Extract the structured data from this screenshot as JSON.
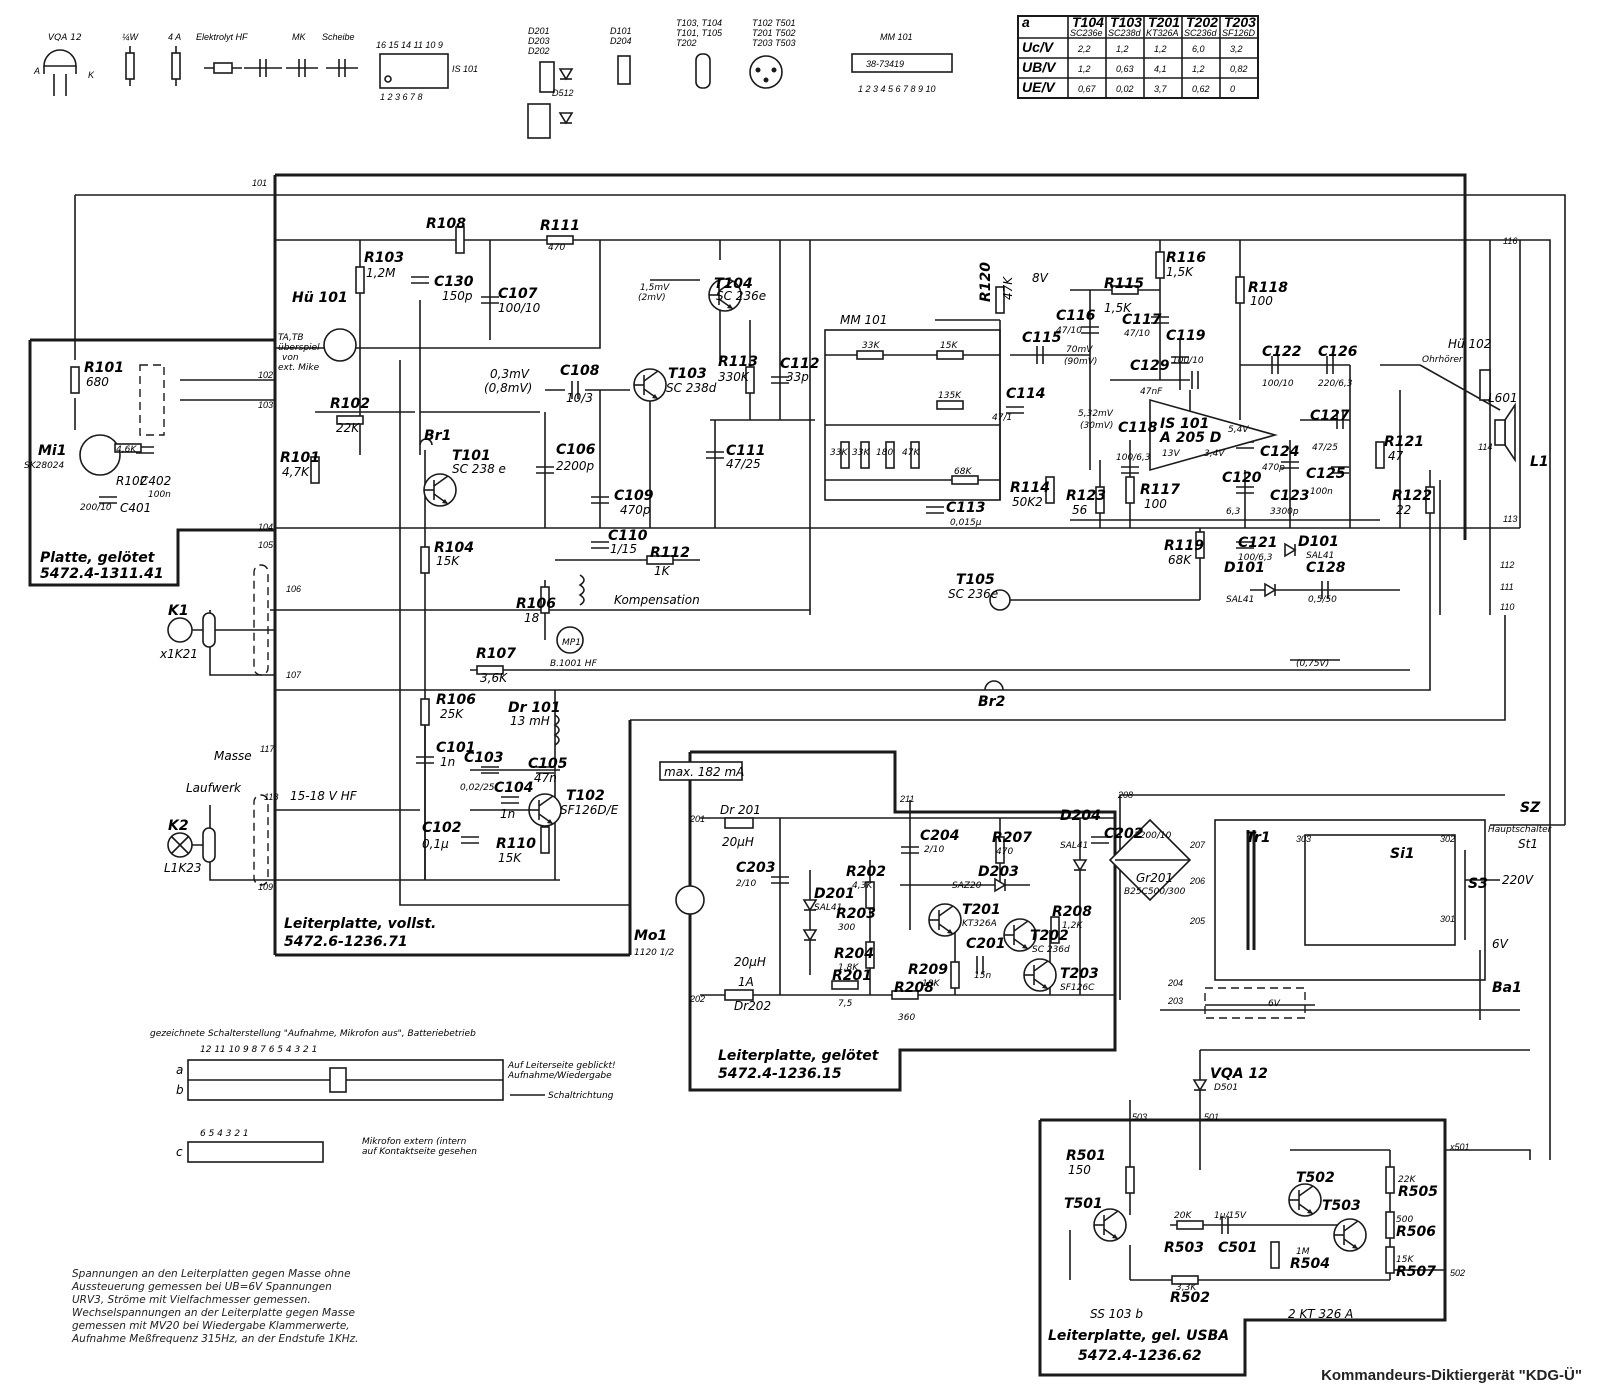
{
  "title": "Kommandeurs-Diktiergerät  \"KDG-Ü\"",
  "legend": {
    "vqa": "VQA 12",
    "a": "A",
    "k": "K",
    "w": "¼W",
    "a4": "4 A",
    "elko": "Elektrolyt HF",
    "mk": "MK",
    "scheibe": "Scheibe",
    "ic_pins_top": "16 15 14    11 10 9",
    "ic_pins_bot": "1 2 3      6 7 8",
    "ic_name": "IS 101",
    "d_group1": "D201\nD203\nD202",
    "d_group2": "D101\nD204",
    "t_group1": "T103, T104\nT101, T105\nT202",
    "t_group2": "T102  T501\nT201  T502\nT203  T503",
    "mm_name": "MM 101",
    "mm_code": "38-73419",
    "mm_pins": "1 2 3 4 5 6 7 8 9 10",
    "d512": "D512"
  },
  "voltage_table": {
    "header": [
      "a",
      "T104",
      "T103",
      "T201",
      "T202",
      "T203"
    ],
    "subheader": [
      "",
      "SC236e",
      "SC238d",
      "KT326A",
      "SC236d",
      "SF126D"
    ],
    "rows": [
      [
        "Uc/V",
        "2,2",
        "1,2",
        "1,2",
        "6,0",
        "3,2"
      ],
      [
        "UB/V",
        "1,2",
        "0,63",
        "4,1",
        "1,2",
        "0,82"
      ],
      [
        "UE/V",
        "0,67",
        "0,02",
        "3,7",
        "0,62",
        "0"
      ]
    ]
  },
  "labels": {
    "r101": "R101",
    "r101v": "680",
    "mi1": "Mi1",
    "mi1v": "SK28024",
    "r102": "R102",
    "r102v": "4,6K",
    "c402": "C402",
    "c402v": "100n",
    "c401": "C401",
    "c401v": "200/10",
    "platte1": "Platte, gelötet",
    "platte1n": "5472.4-1311.41",
    "k1": "K1",
    "k1v": "x1K21",
    "k2": "K2",
    "k2v": "L1K23",
    "masse": "Masse",
    "laufwerk": "Laufwerk",
    "hf1518": "15-18 V HF",
    "hu101": "Hü 101",
    "tatb": "TA,TB\nüberspiel\nvon\next. Mike",
    "r103": "R103",
    "r103v": "1,2M",
    "r108": "R108",
    "c130": "C130",
    "c130v": "150p",
    "c107": "C107",
    "c107v": "100/10",
    "r111": "R111",
    "r111v": "470",
    "r102b": "R102",
    "r102bv": "22K",
    "r101b": "R101",
    "r101bv": "4,7K",
    "br1": "Br1",
    "t101": "T101",
    "t101v": "SC 238 e",
    "c106": "C106",
    "c106v": "2200p",
    "c108": "C108",
    "c108v": "10/3",
    "mv03": "0,3mV",
    "mv08": "(0,8mV)",
    "t104": "T104",
    "t104v": "SC 236e",
    "t104mv": "1,5mV\n(2mV)",
    "t103": "T103",
    "t103v": "SC 238d",
    "r113": "R113",
    "r113v": "330K",
    "c112": "C112",
    "c112v": "33p",
    "c111": "C111",
    "c111v": "47/25",
    "c109": "C109",
    "c109v": "470p",
    "c110": "C110",
    "c110v": "1/15",
    "r112": "R112",
    "r112v": "1K",
    "r104": "R104",
    "r104v": "15K",
    "r106": "R106",
    "r106v": "18",
    "kompensation": "Kompensation",
    "mp1": "MP1",
    "mp1v": "B.1001 HF",
    "r107": "R107",
    "r107v": "3,6K",
    "r106b": "R106",
    "r106bv": "25K",
    "dr101": "Dr 101",
    "dr101v": "13 mH",
    "c101": "C101",
    "c101v": "1n",
    "c103": "C103",
    "c103v": "0,02/25",
    "c104": "C104",
    "c104v": "1n",
    "c105": "C105",
    "c105v": "47n",
    "t102": "T102",
    "t102v": "SF126D/E",
    "c102": "C102",
    "c102v": "0,1µ",
    "r110": "R110",
    "r110v": "15K",
    "br2": "Br2",
    "mm101": "MM 101",
    "mm_r": [
      "33K",
      "15K",
      "135K",
      "33K",
      "33K",
      "180",
      "47K",
      "68K"
    ],
    "c113": "C113",
    "c113v": "0,015µ",
    "r120": "R120",
    "r120v": "47K",
    "v8": "8V",
    "c115": "C115",
    "c114": "C114",
    "c114v": "47/1",
    "r114": "R114",
    "r114v": "50K2",
    "mv532": "5,32mV",
    "mv30": "(30mV)",
    "mv70": "70mV",
    "mv90": "(90mV)",
    "c116": "C116",
    "c116v": "47/10",
    "r115": "R115",
    "r115v": "1,5K",
    "c117": "C117",
    "c117v": "47/10",
    "r116": "R116",
    "r116v": "1,5K",
    "c119": "C119",
    "c119v": "100/10",
    "c129": "C129",
    "c129v": "47nF",
    "r118": "R118",
    "r118v": "100",
    "is101": "IS 101",
    "is101v": "A 205 D",
    "c118": "C118",
    "c118v": "100/6,3",
    "v13": "13V",
    "v34": "3,4V",
    "v54": "5,4V",
    "r117": "R117",
    "r117v": "100",
    "r123": "R123",
    "r123v": "56",
    "c122": "C122",
    "c122v": "100/10",
    "c126": "C126",
    "c126v": "220/6,3",
    "c120": "C120",
    "c120v": "6,3",
    "c124": "C124",
    "c124v": "470p",
    "c123": "C123",
    "c123v": "3300p",
    "c127": "C127",
    "c127v": "47/25",
    "c125": "C125",
    "c125v": "100n",
    "r119": "R119",
    "r119v": "68K",
    "c121": "C121",
    "c121v": "100/6,3",
    "d101": "D101",
    "d101v": "SAL41",
    "c128": "C128",
    "c128v": "0,5/50",
    "t105": "T105",
    "t105v": "SC 236e",
    "v075": "(0,75V)",
    "hu102": "Hü 102",
    "ohrhoerer": "Ohrhörer",
    "l601": "L601",
    "l1": "L1",
    "r121": "R121",
    "r121v": "47",
    "r122": "R122",
    "r122v": "22",
    "leiter1": "Leiterplatte, vollst.",
    "leiter1n": "5472.6-1236.71",
    "mo1": "Mo1",
    "mo1v": "1120 1/2",
    "max182": "max. 182 mA",
    "dr201": "Dr 201",
    "dr201v": "20µH",
    "c203": "C203",
    "c203v": "2/10",
    "d201": "D201",
    "d201v": "SAL41",
    "c204": "C204",
    "c204v": "2/10",
    "r202": "R202",
    "r202v": "4,3K",
    "r207": "R207",
    "r207v": "470",
    "d203": "D203",
    "d203v": "SAZ20",
    "d204": "D204",
    "d204v": "SAL41",
    "c202": "C202",
    "c202v": "2200/10",
    "gr201": "Gr201",
    "gr201v": "B25C500/300",
    "tr1": "Tr1",
    "r203": "R203",
    "r203v": "300",
    "t201": "T201",
    "t201v": "KT326A",
    "t202": "T202",
    "t202v": "SC 236d",
    "r208b": "R208",
    "r208bv": "1,2K",
    "c201": "C201",
    "c201v": "15n",
    "r204": "R204",
    "r204v": "1,8K",
    "r209": "R209",
    "r209v": "18K",
    "t203": "T203",
    "t203v": "SF126C",
    "dr202": "Dr202",
    "dr202v": "20µH",
    "dr202a": "1A",
    "r201": "R201",
    "r201v": "7,5",
    "r208": "R208",
    "r208v": "360",
    "leiter2": "Leiterplatte, gelötet",
    "leiter2n": "5472.4-1236.15",
    "sz": "SZ",
    "hauptschalter": "Hauptschalter",
    "st1": "St1",
    "si1": "Si1",
    "s3": "S3",
    "v220": "220V",
    "v6": "6V",
    "ba1": "Ba1",
    "v6b": "6V",
    "vqa12": "VQA 12",
    "d501": "D501",
    "r501": "R501",
    "r501v": "150",
    "t501": "T501",
    "t501v": "SS 103 b",
    "t502": "T502",
    "t503": "T503",
    "t503v": "2 KT 326 A",
    "r503": "R503",
    "r503v": "20K",
    "c501": "C501",
    "c501v": "1µ/15V",
    "r504": "R504",
    "r504v": "1M",
    "r505": "R505",
    "r505v": "22K",
    "r506": "R506",
    "r506v": "500",
    "r507": "R507",
    "r507v": "15K",
    "r502": "R502",
    "r502v": "3,3K",
    "leiter3": "Leiterplatte, gel. USBA",
    "leiter3n": "5472.4-1236.62",
    "switch_title": "gezeichnete Schalterstellung \"Aufnahme, Mikrofon aus\", Batteriebetrieb",
    "switch_pins_ab": "12 11 10  9  8  7          6  5  4  3  2  1",
    "switch_pins_c": "6  5  4  3  2  1",
    "switch_note1": "Auf Leiterseite geblickt!\nAufnahme/Wiedergabe",
    "switch_dir": "Schaltrichtung",
    "switch_note2": "Mikrofon extern (intern\nauf Kontaktseite gesehen",
    "row_a": "a",
    "row_b": "b",
    "row_c": "c"
  },
  "nodes": [
    "101",
    "102",
    "103",
    "104",
    "105",
    "106",
    "107",
    "117",
    "118",
    "109",
    "116",
    "113",
    "114",
    "112",
    "111",
    "110",
    "201",
    "202",
    "203",
    "204",
    "205",
    "206",
    "207",
    "208",
    "211",
    "301",
    "302",
    "303",
    "501",
    "502",
    "503",
    "x501"
  ],
  "notes": "Spannungen an den Leiterplatten gegen Masse ohne\nAussteuerung gemessen bei UB=6V Spannungen\nURV3, Ströme mit Vielfachmesser gemessen.\nWechselspannungen an der Leiterplatte gegen Masse\ngemessen mit MV20 bei Wiedergabe Klammerwerte,\nAufnahme Meßfrequenz 315Hz, an der Endstufe 1KHz."
}
